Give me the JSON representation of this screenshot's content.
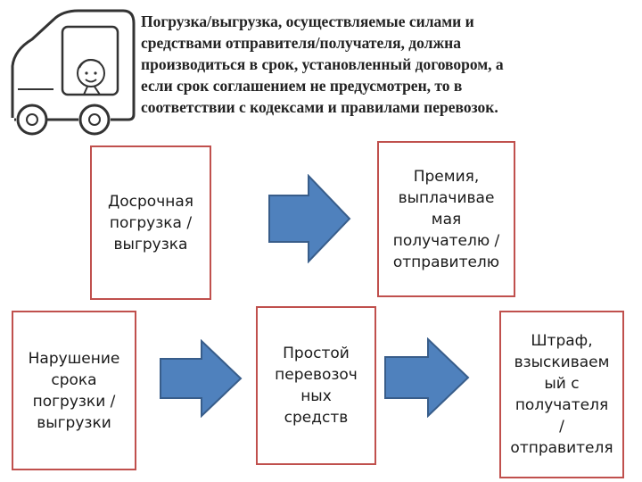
{
  "intro_text": [
    "Погрузка/выгрузка, осуществляемые силами и",
    "средствами отправителя/получателя, должна",
    "производиться в срок, установленный договором, а",
    "если срок соглашением не предусмотрен, то в",
    "соответствии с кодексами и правилами перевозок."
  ],
  "boxes": {
    "early": [
      "Досрочная",
      "погрузка /",
      "выгрузка"
    ],
    "bonus": [
      "Премия,",
      "выплачивае",
      "мая",
      "получателю /",
      "отправителю"
    ],
    "violation": [
      "Нарушение",
      "срока",
      "погрузки /",
      "выгрузки"
    ],
    "idle": [
      "Простой",
      "перевозоч",
      "ных",
      "средств"
    ],
    "fine": [
      "Штраф,",
      "взыскиваем",
      "ый с",
      "получателя",
      "/",
      "отправителя"
    ]
  },
  "colors": {
    "box_border": "#c0504d",
    "arrow_fill": "#4f81bd",
    "arrow_stroke": "#385d8a"
  },
  "icons": {
    "truck": "cartoon-truck-icon",
    "arrow": "right-arrow-icon"
  }
}
